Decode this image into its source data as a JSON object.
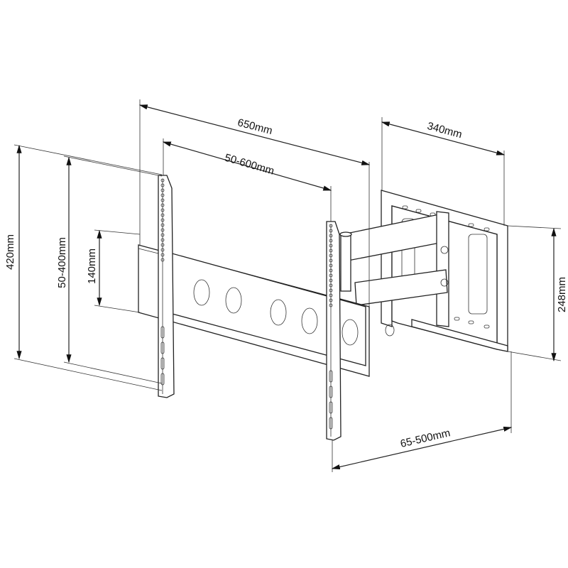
{
  "title": "TV wall mount dimensions",
  "dimensions": {
    "overall_width": "650mm",
    "vesa_horizontal": "50-600mm",
    "wall_plate_width": "340mm",
    "overall_height": "420mm",
    "vesa_vertical": "50-400mm",
    "rail_height": "140mm",
    "wall_plate_height": "248mm",
    "extension": "65-500mm"
  }
}
